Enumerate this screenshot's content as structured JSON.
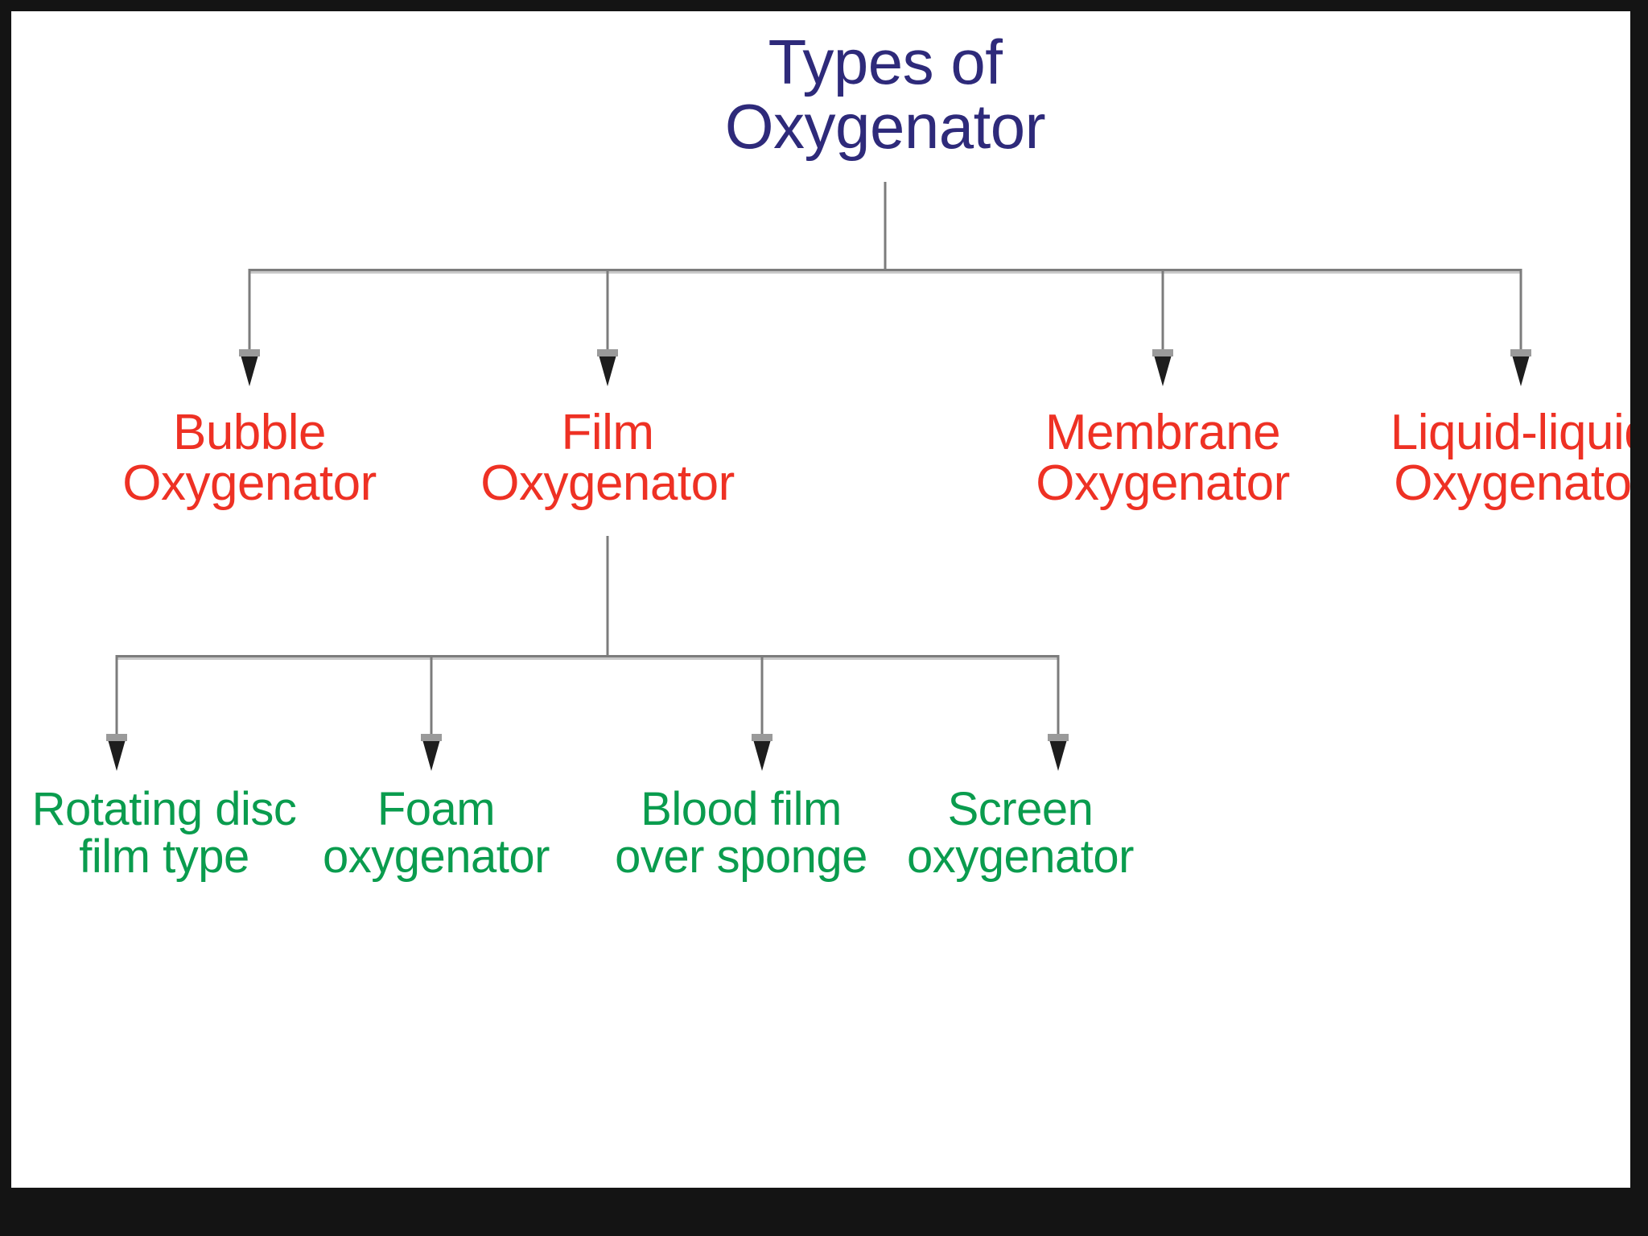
{
  "diagram": {
    "type": "hierarchy-tree",
    "title": "Types of Oxygenator",
    "frame_color": "#141414",
    "background_color": "#ffffff",
    "connector_color": "#7c7c7c",
    "arrowhead_color": "#1d1d1d"
  },
  "root": {
    "color": "#2e2a7a",
    "line1": "Types of",
    "line2": "Oxygenator"
  },
  "level2": {
    "color": "#ee3124",
    "nodes": [
      {
        "line1": "Bubble",
        "line2": "Oxygenator"
      },
      {
        "line1": "Film",
        "line2": "Oxygenator"
      },
      {
        "line1": "Membrane",
        "line2": "Oxygenator"
      },
      {
        "line1": "Liquid-liquid",
        "line2": "Oxygenator"
      }
    ]
  },
  "level3": {
    "color": "#0a9c4e",
    "parent": "Film Oxygenator",
    "nodes": [
      {
        "line1": "Rotating disc",
        "line2": "film type"
      },
      {
        "line1": "Foam",
        "line2": "oxygenator"
      },
      {
        "line1": "Blood film",
        "line2": "over sponge"
      },
      {
        "line1": "Screen",
        "line2": "oxygenator"
      }
    ]
  }
}
